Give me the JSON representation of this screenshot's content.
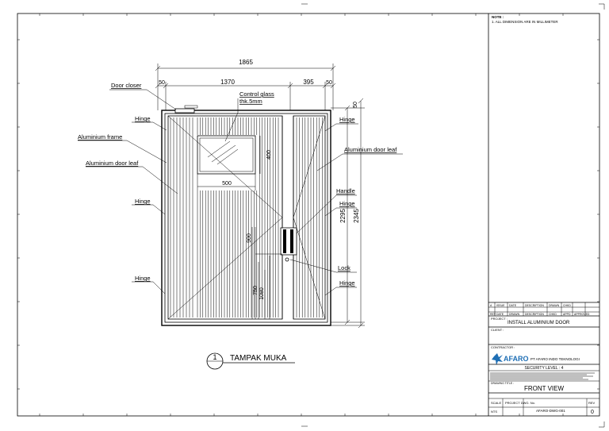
{
  "drawing": {
    "dimensions": {
      "overall_width": "1865",
      "left_margin": "50",
      "leaf_width": "1370",
      "side_leaf_width": "395",
      "right_margin": "50",
      "top_margin": "50",
      "glass_height": "400",
      "glass_width": "500",
      "door_height": "2295",
      "overall_height": "2345",
      "lock_dim_a": "900",
      "lock_dim_b": "750",
      "lock_dim_c": "1080"
    },
    "labels": {
      "door_closer": "Door closer",
      "control_glass_1": "Control glass",
      "control_glass_2": "thk.5mm",
      "hinge_tl": "Hinge",
      "aluminium_frame": "Aluminium frame",
      "aluminium_leaf_left": "Aluminium door leaf",
      "hinge_ml": "Hinge",
      "hinge_bl": "Hinge",
      "hinge_tr": "Hinge",
      "aluminium_leaf_right": "Aluminium door leaf",
      "handle": "Handle",
      "hinge_mr": "Hinge",
      "lock": "Lock",
      "hinge_br": "Hinge"
    },
    "view_marker": {
      "number": "1",
      "title": "TAMPAK  MUKA"
    }
  },
  "title_block": {
    "note_heading": "NOTE :",
    "note_text": "1. ALL DIMENSION ARE IN MILLIMETER",
    "rev_row": [
      "A",
      "ISSUE",
      "DATE",
      "DESCRIPTION",
      "DRAWN",
      "CHKD"
    ],
    "rev_header": [
      "REV",
      "DATE",
      "DRAWN",
      "DESCRIPTION",
      "CHKD",
      "APPD",
      "APPROVED"
    ],
    "project_label": "PROJECT :",
    "project_name": "INSTALL ALUMINIUM DOOR",
    "client_label": "CLIENT :",
    "contractor_label": "CONTRACTOR :",
    "company_logo": "AFARO",
    "company_name": "PT AFARO INDO TEKNOLOGI",
    "security_level": "SECURITY LEVEL : 4",
    "drawing_title_label": "DRAWING TITLE :",
    "drawing_title": "FRONT VIEW",
    "scale_label": "SCALE",
    "scale_value": "NTS",
    "dwg_no_label": "PROJECT DWG. No.",
    "dwg_no": "AFARO-DWG-001",
    "rev_label": "REV",
    "rev_value": "0"
  }
}
